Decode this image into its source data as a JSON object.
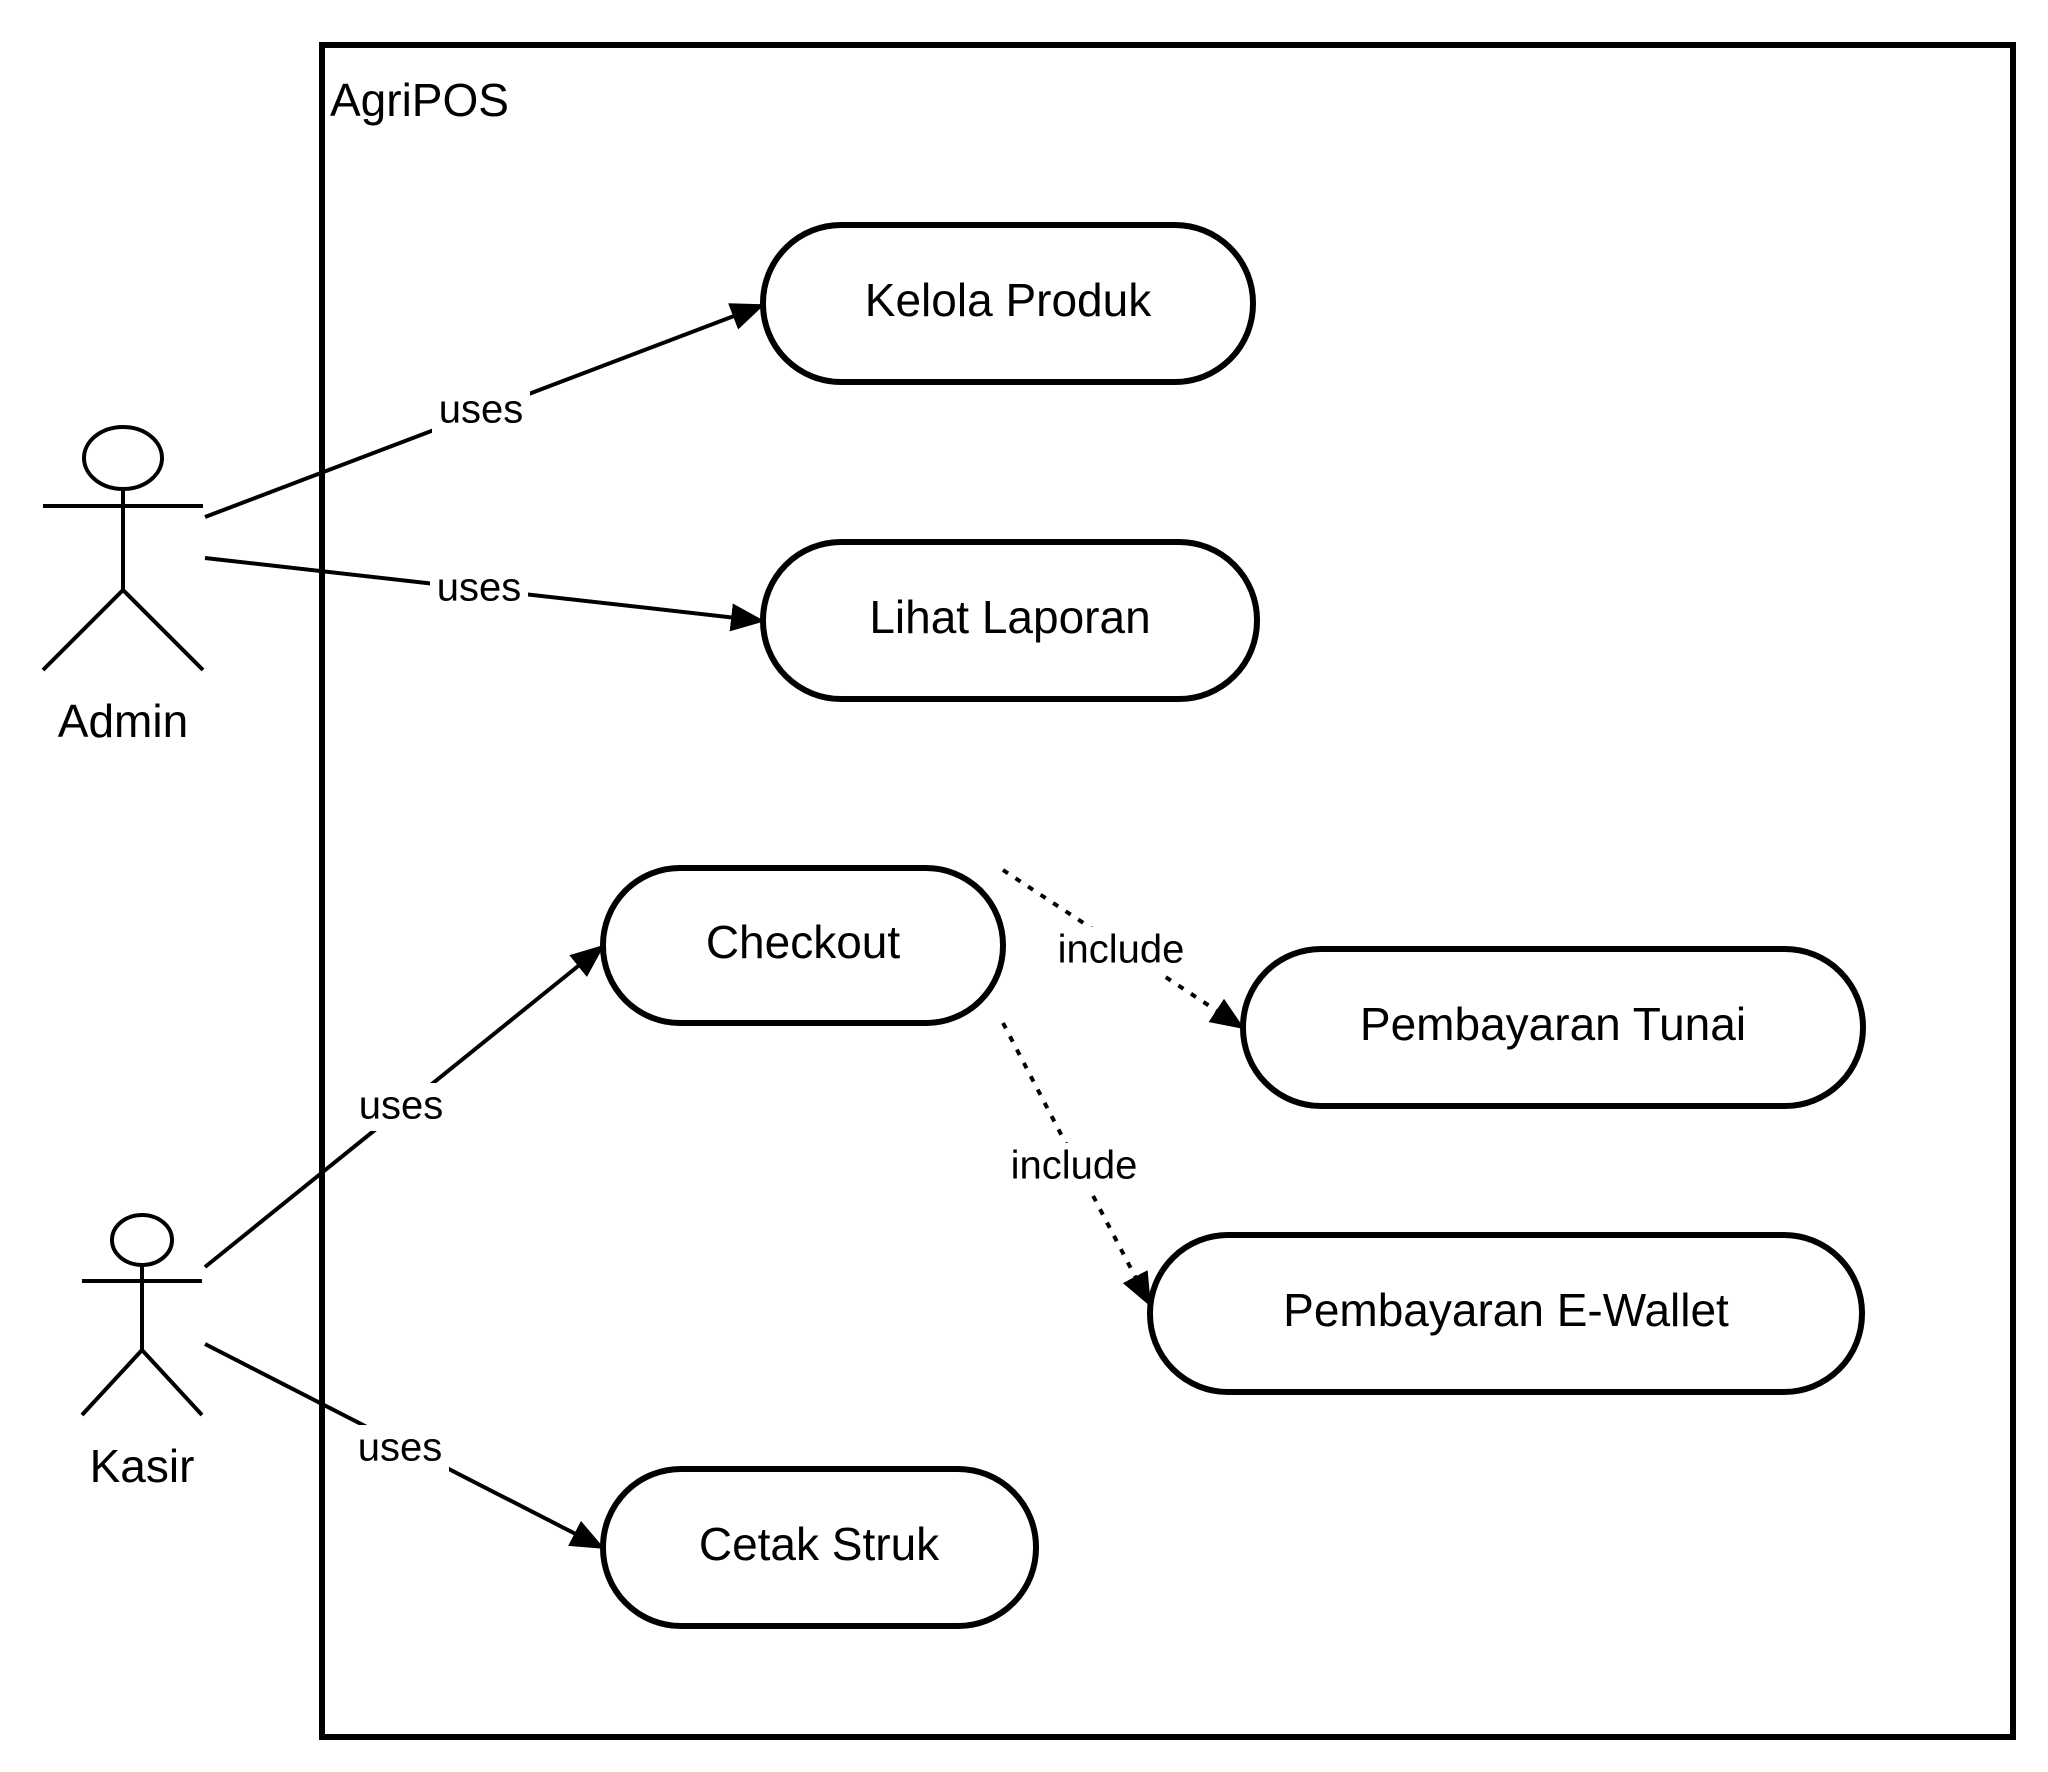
{
  "system": {
    "title": "AgriPOS"
  },
  "actors": {
    "admin": {
      "label": "Admin"
    },
    "kasir": {
      "label": "Kasir"
    }
  },
  "use_cases": {
    "kelola_produk": {
      "label": "Kelola Produk"
    },
    "lihat_laporan": {
      "label": "Lihat Laporan"
    },
    "checkout": {
      "label": "Checkout"
    },
    "pembayaran_tunai": {
      "label": "Pembayaran Tunai"
    },
    "pembayaran_ewallet": {
      "label": "Pembayaran E-Wallet"
    },
    "cetak_struk": {
      "label": "Cetak Struk"
    }
  },
  "relations": {
    "admin_kelola": {
      "label": "uses"
    },
    "admin_laporan": {
      "label": "uses"
    },
    "kasir_checkout": {
      "label": "uses"
    },
    "kasir_cetak": {
      "label": "uses"
    },
    "checkout_tunai": {
      "label": "include"
    },
    "checkout_ewallet": {
      "label": "include"
    }
  },
  "colors": {
    "stroke": "#000000",
    "background": "#ffffff"
  }
}
